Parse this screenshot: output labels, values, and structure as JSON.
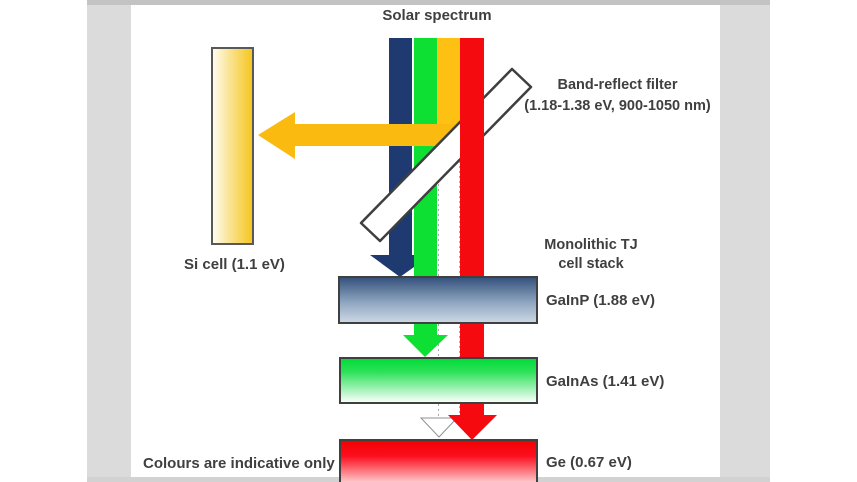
{
  "frame": {
    "background": "#ffffff",
    "side_strip_color": "#dbdbdb",
    "top_strip_color": "#c3c3c3",
    "bottom_strip_color": "#d2d2d2"
  },
  "diagram": {
    "title": "Solar spectrum",
    "band_reflect_filter": {
      "label_line1": "Band-reflect filter",
      "label_line2": "(1.18-1.38 eV, 900-1050 nm)"
    },
    "si_cell": {
      "label": "Si cell (1.1 eV)"
    },
    "stack": {
      "label_line1": "Monolithic TJ",
      "label_line2": "cell stack",
      "cells": [
        {
          "label": "GaInP (1.88 eV)"
        },
        {
          "label": "GaInAs (1.41 eV)"
        },
        {
          "label": "Ge (0.67 eV)"
        }
      ]
    },
    "footnote": "Colours are indicative only",
    "colors": {
      "blue_band": "#1f3a70",
      "green_band": "#0ee033",
      "yellow_band": "#fdc013",
      "red_band": "#f50a10",
      "reflected_arrow": "#fbba10",
      "filter_fill": "#ffffff",
      "filter_border": "#3f3f3f",
      "text": "#3f3f3f"
    }
  }
}
